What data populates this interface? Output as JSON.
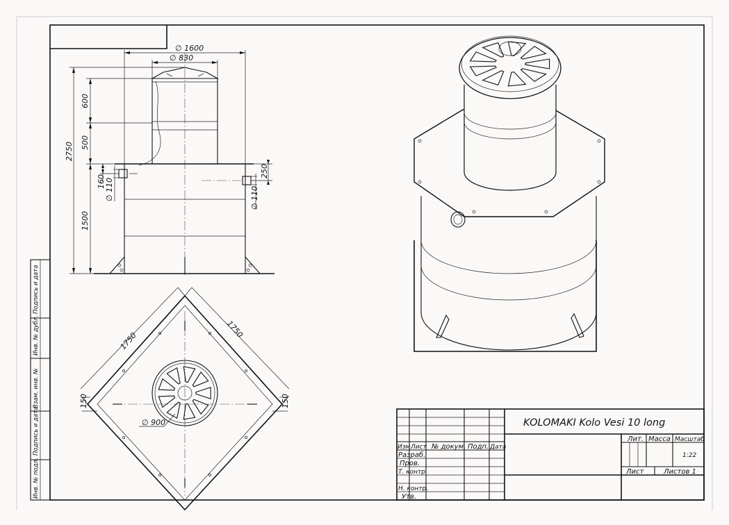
{
  "drawing": {
    "title": "KOLOMAKI Kolo Vesi 10 long",
    "scale": "1:22",
    "sheet_total": "Листов 1"
  },
  "dimensions": {
    "d1600": "∅ 1600",
    "d830": "∅ 830",
    "h2750": "2750",
    "h600": "600",
    "h500": "500",
    "h1500": "1500",
    "h160": "160",
    "d110_left": "∅ 110",
    "h250": "250",
    "d110_right": "∅ 110",
    "s1750_left": "1750",
    "s1750_right": "1750",
    "m150_left": "150",
    "m150_right": "150",
    "d900": "∅ 900"
  },
  "title_block": {
    "izm": "Изм.",
    "list": "Лист",
    "doc_no": "№ докум.",
    "sign": "Подп.",
    "date": "Дата",
    "razrab": "Разраб.",
    "prov": "Пров.",
    "tkontr": "Т. контр.",
    "nkontr": "Н. контр.",
    "utv": "Утв.",
    "lit": "Лит.",
    "massa": "Масса",
    "masshtab": "Масштаб",
    "list2": "Лист"
  },
  "side_stamp": {
    "podp1": "Подпись и дата",
    "inv_dubl": "Инв. № дубл.",
    "vzam": "Взам. инв. №",
    "podp2": "Подпись и дата",
    "inv_podl": "Инв. № подл."
  }
}
